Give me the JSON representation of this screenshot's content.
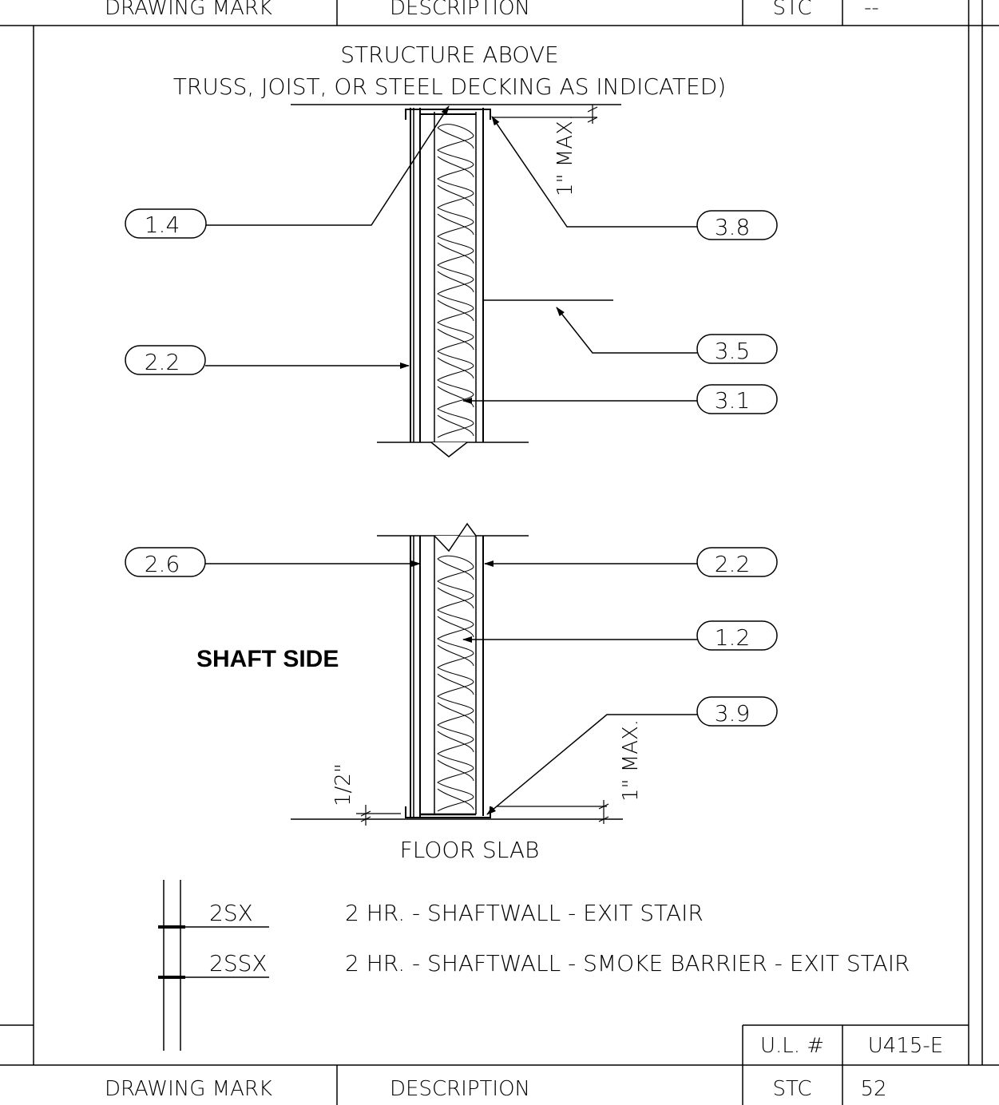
{
  "header": {
    "drawing_mark": "DRAWING MARK",
    "description": "DESCRIPTION",
    "stc_label": "STC",
    "stc_value": "--"
  },
  "notes": {
    "structure_line1": "STRUCTURE ABOVE",
    "structure_line2": "TRUSS, JOIST, OR STEEL DECKING AS INDICATED)",
    "floor_slab": "FLOOR SLAB",
    "shaft_side": "SHAFT SIDE",
    "top_max": "1\" MAX.",
    "bottom_max": "1\" MAX.",
    "half_inch": "1/2\""
  },
  "callouts": [
    {
      "id": "1.4"
    },
    {
      "id": "3.8"
    },
    {
      "id": "3.5"
    },
    {
      "id": "2.2"
    },
    {
      "id": "3.1"
    },
    {
      "id": "2.6"
    },
    {
      "id": "2.2"
    },
    {
      "id": "1.2"
    },
    {
      "id": "3.9"
    }
  ],
  "marks": [
    {
      "tag": "2SX",
      "description": "2 HR. - SHAFTWALL - EXIT STAIR"
    },
    {
      "tag": "2SSX",
      "description": "2 HR. - SHAFTWALL - SMOKE BARRIER - EXIT STAIR"
    }
  ],
  "footer": {
    "ul_label": "U.L. #",
    "ul_value": "U415-E",
    "drawing_mark": "DRAWING MARK",
    "description": "DESCRIPTION",
    "stc_label": "STC",
    "stc_value": "52"
  }
}
